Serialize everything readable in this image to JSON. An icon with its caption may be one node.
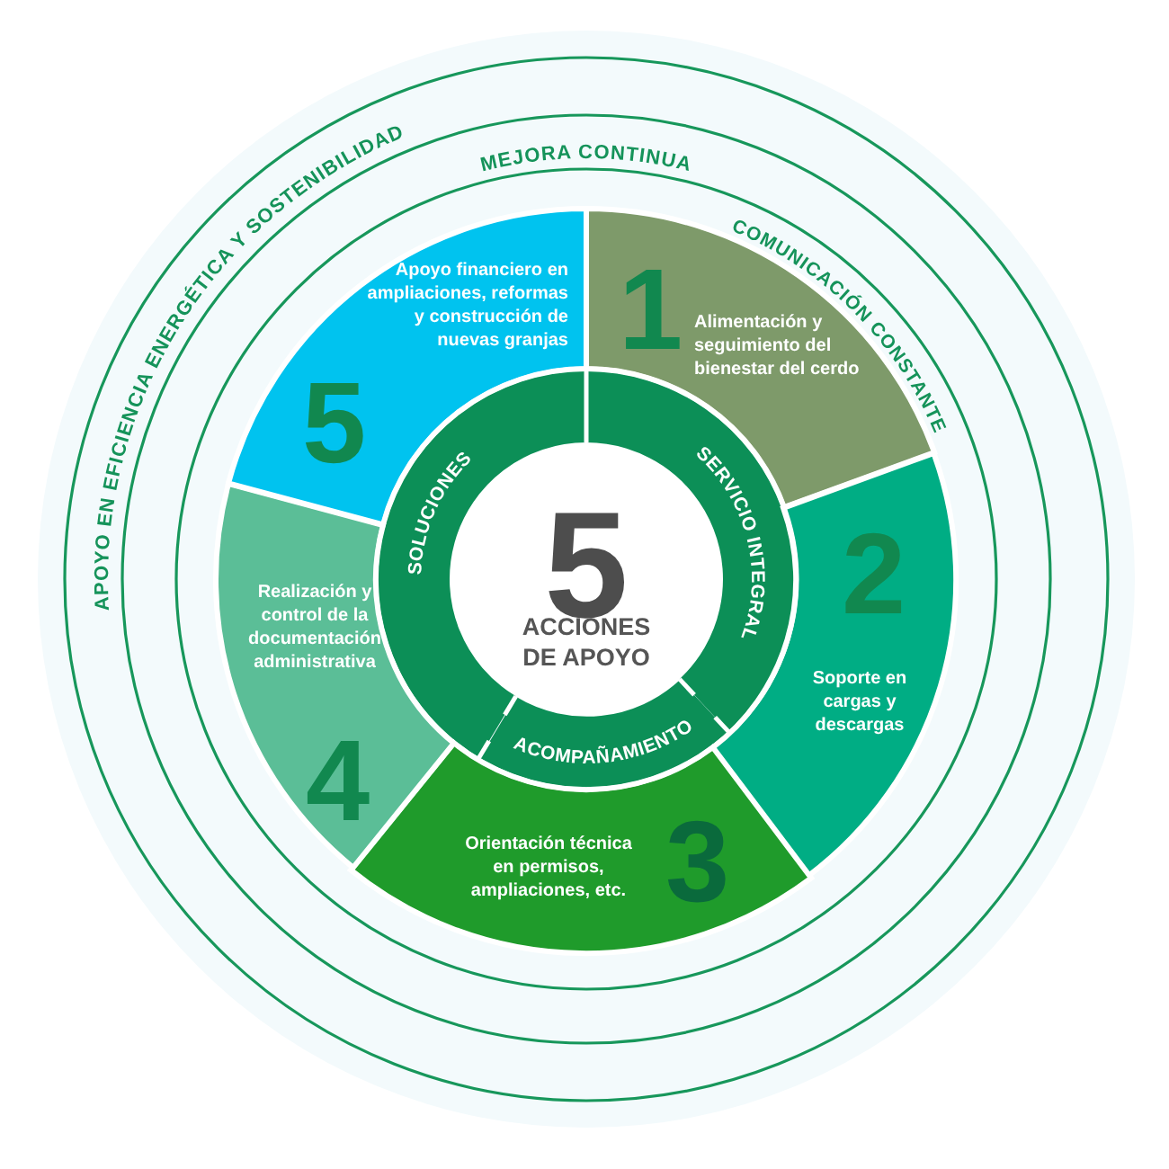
{
  "diagram": {
    "nodes": [
      {
        "text": [
          "5",
          "ACCIONES DE APOYO"
        ]
      },
      {
        "text": [
          "SERVICIO INTEGRAL"
        ]
      },
      {
        "text": [
          "ACOMPAÑAMIENTO"
        ]
      },
      {
        "text": [
          "SOLUCIONES"
        ]
      },
      {
        "text": [
          "1",
          "Alimentación y seguimiento del bienestar del cerdo"
        ]
      },
      {
        "text": [
          "2",
          "Soporte en cargas y descargas"
        ]
      },
      {
        "text": [
          "Orientación técnica en permisos, ampliaciones, etc.",
          "3"
        ]
      },
      {
        "text": [
          "Realización y control de la documentación administrativa",
          "4"
        ]
      },
      {
        "text": [
          "Apoyo financiero en ampliaciones, reformas y construcción de nuevas granjas",
          "5"
        ]
      }
    ],
    "labels": [
      "APOYO EN EFICIENCIA ENERGÉTICA Y SOSTENIBILIDAD",
      "MEJORA CONTINUA",
      "COMUNICACIÓN CONSTANTE"
    ]
  }
}
